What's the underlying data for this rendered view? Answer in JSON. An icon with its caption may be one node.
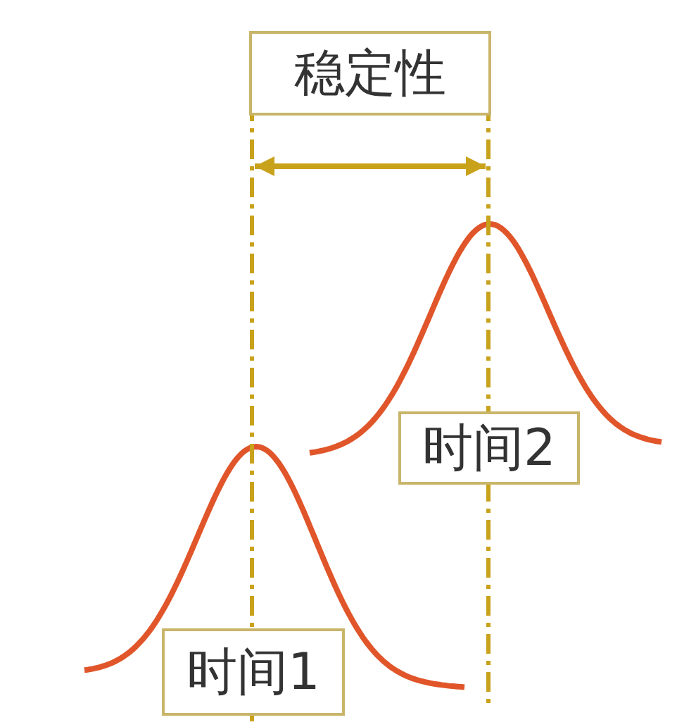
{
  "diagram": {
    "nodes": [
      {
        "text": [
          "稳定性"
        ]
      },
      {
        "text": [
          "时间2"
        ]
      },
      {
        "text": [
          "时间1"
        ]
      }
    ]
  }
}
